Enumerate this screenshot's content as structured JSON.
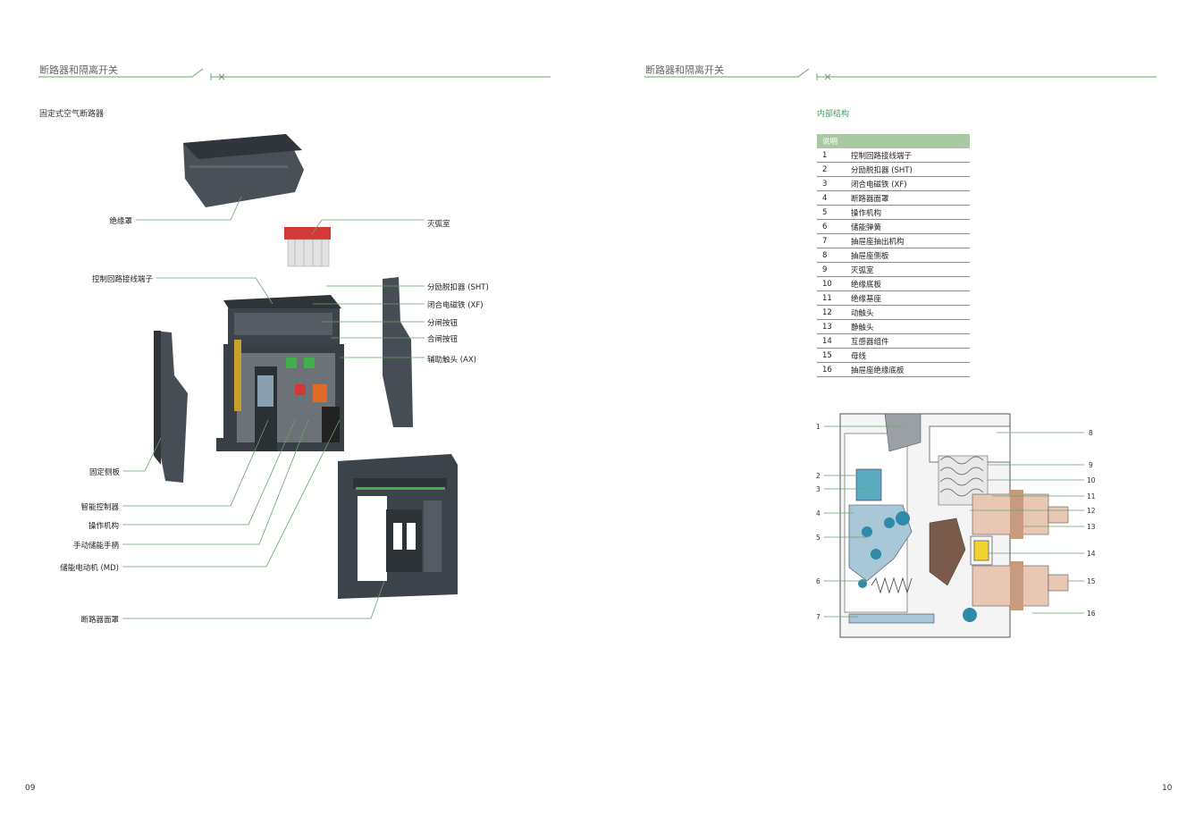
{
  "left_page": {
    "header": "断路器和隔离开关",
    "subtitle": "固定式空气断路器",
    "page_number": "09",
    "labels_left": [
      "绝缘罩",
      "控制回路接线端子",
      "固定侧板",
      "智能控制器",
      "操作机构",
      "手动储能手柄",
      "储能电动机 (MD)",
      "断路器面罩"
    ],
    "labels_right": [
      "灭弧室",
      "分励脱扣器 (SHT)",
      "闭合电磁铁 (XF)",
      "分闸按钮",
      "合闸按钮",
      "辅助触头 (AX)"
    ]
  },
  "right_page": {
    "header": "断路器和隔离开关",
    "subtitle": "内部结构",
    "page_number": "10",
    "legend_header": "说明",
    "legend": [
      {
        "n": "1",
        "t": "控制回路接线端子"
      },
      {
        "n": "2",
        "t": "分励脱扣器 (SHT)"
      },
      {
        "n": "3",
        "t": "闭合电磁铁 (XF)"
      },
      {
        "n": "4",
        "t": "断路器面罩"
      },
      {
        "n": "5",
        "t": "操作机构"
      },
      {
        "n": "6",
        "t": "储能弹簧"
      },
      {
        "n": "7",
        "t": "抽屉座抽出机构"
      },
      {
        "n": "8",
        "t": "抽屉座侧板"
      },
      {
        "n": "9",
        "t": "灭弧室"
      },
      {
        "n": "10",
        "t": "绝缘底板"
      },
      {
        "n": "11",
        "t": "绝缘基座"
      },
      {
        "n": "12",
        "t": "动触头"
      },
      {
        "n": "13",
        "t": "静触头"
      },
      {
        "n": "14",
        "t": "互感器组件"
      },
      {
        "n": "15",
        "t": "母线"
      },
      {
        "n": "16",
        "t": "抽屉座绝缘底板"
      }
    ],
    "diagram_numbers_left": [
      "1",
      "2",
      "3",
      "4",
      "5",
      "6",
      "7"
    ],
    "diagram_numbers_right": [
      "8",
      "9",
      "10",
      "11",
      "12",
      "13",
      "14",
      "15",
      "16"
    ]
  },
  "colors": {
    "accent_green": "#3f9f5f",
    "line_green": "#6aa36a",
    "table_header": "#a9c9a2",
    "device_dark": "#3d434a",
    "device_red": "#d23a3a"
  },
  "icons": {
    "header_ornament": "I-x-line"
  }
}
